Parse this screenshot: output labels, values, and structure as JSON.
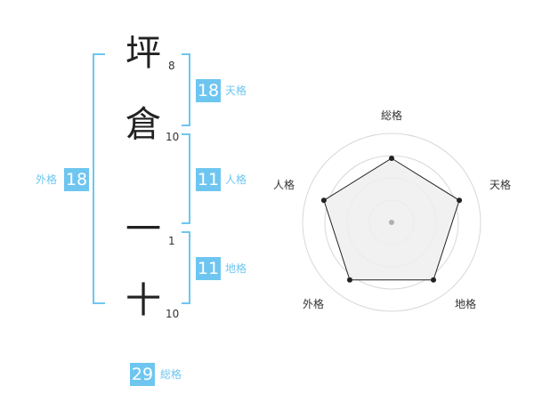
{
  "name": {
    "chars": [
      {
        "char": "坪",
        "strokes": "8"
      },
      {
        "char": "倉",
        "strokes": "10"
      },
      {
        "char": "一",
        "strokes": "1"
      },
      {
        "char": "十",
        "strokes": "10"
      }
    ]
  },
  "scores": {
    "tenkaku": {
      "value": "18",
      "label": "天格"
    },
    "jinkaku": {
      "value": "11",
      "label": "人格"
    },
    "chikaku": {
      "value": "11",
      "label": "地格"
    },
    "gaikaku": {
      "value": "18",
      "label": "外格"
    },
    "soukaku": {
      "value": "29",
      "label": "総格"
    }
  },
  "chart_data": {
    "type": "radar",
    "axes": [
      "総格",
      "天格",
      "地格",
      "外格",
      "人格"
    ],
    "values": [
      0.72,
      0.8,
      0.8,
      0.8,
      0.8
    ],
    "rings": 4,
    "colors": {
      "fill": "#efefef",
      "line": "#222222",
      "ring": "#d8d8d8",
      "center": "#b0b0b0"
    }
  }
}
